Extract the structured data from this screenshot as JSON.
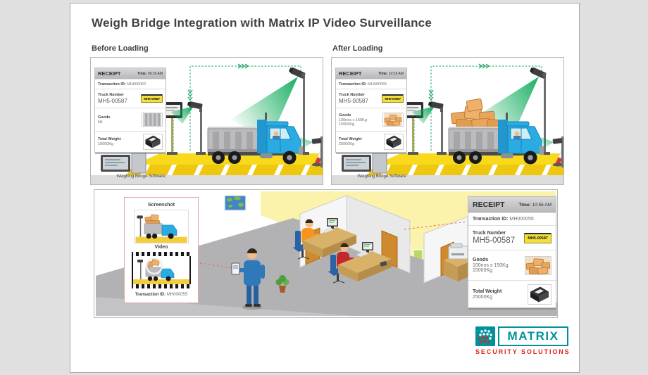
{
  "title": "Weigh Bridge Integration with Matrix IP Video Surveillance",
  "sections": {
    "before": "Before Loading",
    "after": "After Loading"
  },
  "receipt_before": {
    "header": "RECEIPT",
    "time_label": "Time:",
    "time": "09:30 AM",
    "trans_label": "Transaction ID:",
    "trans_id": "MH000052",
    "truck_label": "Truck Number",
    "truck_number": "MH5-00587",
    "plate": "MH5-00587",
    "goods_label": "Goods",
    "goods_line1": "Nil",
    "goods_line2": "",
    "weight_label": "Total Weight",
    "weight": "10000Kg"
  },
  "receipt_after": {
    "header": "RECEIPT",
    "time_label": "Time:",
    "time": "10:55 AM",
    "trans_label": "Transaction ID:",
    "trans_id": "MH000055",
    "truck_label": "Truck Number",
    "truck_number": "MH5-00587",
    "plate": "MH5-00587",
    "goods_label": "Goods",
    "goods_line1": "100nos x 150Kg",
    "goods_line2": "15000Kg",
    "weight_label": "Total Weight",
    "weight": "25000Kg"
  },
  "receipt_office": {
    "header": "RECEIPT",
    "time_label": "Time:",
    "time": "10:55 AM",
    "trans_label": "Transaction ID:",
    "trans_id": "MH000055",
    "truck_label": "Truck Number",
    "truck_number": "MH5-00587",
    "plate": "MH5-00587",
    "goods_label": "Goods",
    "goods_line1": "100nos x 150Kg",
    "goods_line2": "15000Kg",
    "weight_label": "Total Weight",
    "weight": "25000Kg"
  },
  "scene": {
    "software_label": "Weighing Bridge Software"
  },
  "office_card": {
    "screenshot_label": "Screenshot",
    "video_label": "Video",
    "trans_label": "Transaction ID:",
    "trans_id": "MH000055"
  },
  "logo": {
    "name": "MATRIX",
    "tagline": "SECURITY SOLUTIONS"
  },
  "colors": {
    "accent_green": "#12a05f",
    "weighbridge_yellow": "#f7d81e",
    "truck_blue": "#2aabe2",
    "office_wall_yellow": "#fbf2ac",
    "logo_teal": "#00929b",
    "logo_red": "#e2231a"
  }
}
